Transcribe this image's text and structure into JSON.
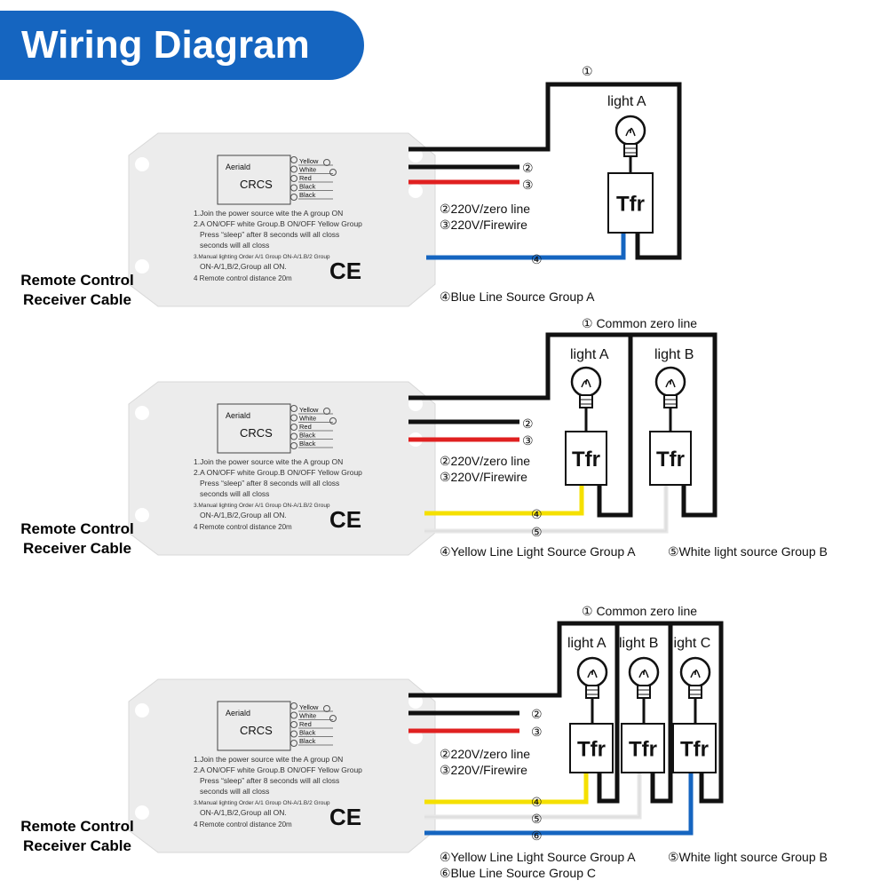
{
  "title": "Wiring Diagram",
  "colors": {
    "accent": "#1565c0",
    "black": "#111111",
    "red": "#e02020",
    "blue": "#1565c0",
    "yellow": "#f5e000",
    "white": "#e6e6e6"
  },
  "device": {
    "brand": "Aeriald",
    "model": "CRCS",
    "terminals": [
      "Yellow",
      "White",
      "Red",
      "Black",
      "Black"
    ],
    "instructions": [
      "1.Join the power source wite the A group ON",
      "2.A ON/OFF white Group.B ON/OFF Yellow Group",
      "Press “sleep” after 8 seconds will all closs",
      "seconds will all closs",
      "3.Manual lighting Order A/1 Group ON-A/1.B/2 Group",
      "ON-A/1,B/2,Group all ON.",
      "4 Remote control distance 20m"
    ],
    "mark": "CE"
  },
  "panels": [
    {
      "side_label": [
        "Remote Control",
        "Receiver Cable"
      ],
      "top_label": "①",
      "lights": [
        "light A"
      ],
      "transformer": "Tfr",
      "wire_nums": [
        "②",
        "③",
        "④"
      ],
      "legend": [
        "②220V/zero line",
        "③220V/Firewire",
        "④Blue Line Source Group A"
      ]
    },
    {
      "side_label": [
        "Remote Control",
        "Receiver Cable"
      ],
      "top_label": "① Common zero line",
      "lights": [
        "light A",
        "light B"
      ],
      "transformer": "Tfr",
      "wire_nums": [
        "②",
        "③",
        "④",
        "⑤"
      ],
      "legend": [
        "②220V/zero line",
        "③220V/Firewire",
        "④Yellow Line Light Source Group A",
        "⑤White light source Group B"
      ]
    },
    {
      "side_label": [
        "Remote Control",
        "Receiver Cable"
      ],
      "top_label": "① Common zero line",
      "lights": [
        "light A",
        "light B",
        "light C"
      ],
      "transformer": "Tfr",
      "wire_nums": [
        "②",
        "③",
        "④",
        "⑤",
        "⑥"
      ],
      "legend": [
        "②220V/zero line",
        "③220V/Firewire",
        "④Yellow Line Light Source Group A",
        "⑤White light source Group B",
        "⑥Blue Line Source Group C"
      ]
    }
  ]
}
